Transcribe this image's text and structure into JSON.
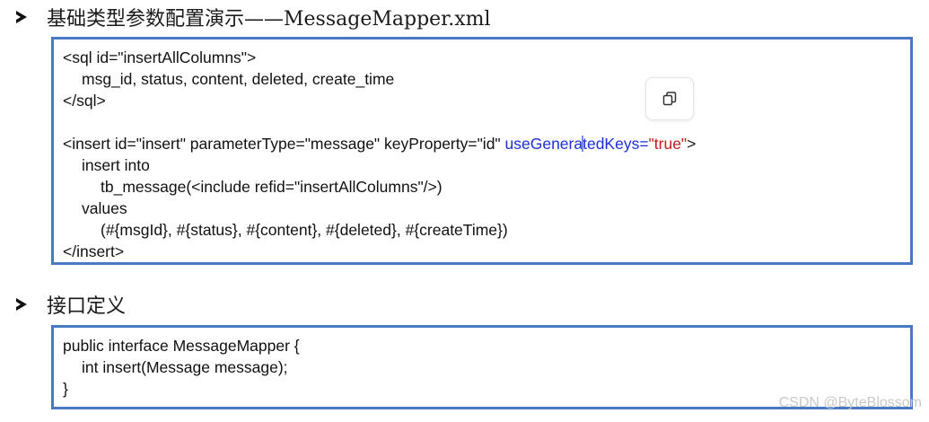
{
  "section1": {
    "title": "基础类型参数配置演示——MessageMapper.xml",
    "code": {
      "line1": "<sql id=\"insertAllColumns\">",
      "line2": "msg_id, status, content, deleted, create_time",
      "line3": "</sql>",
      "line4_prefix": "<insert id=\"insert\" parameterType=\"message\" keyProperty=\"id\" ",
      "line4_attr_before_cursor": "useGenera",
      "line4_attr_after_cursor": "tedKeys=",
      "line4_value": "\"true\"",
      "line4_suffix": ">",
      "line5": "insert into",
      "line6": "tb_message(<include refid=\"insertAllColumns\"/>)",
      "line7": "values",
      "line8": "(#{msgId}, #{status}, #{content}, #{deleted}, #{createTime})",
      "line9": "</insert>"
    }
  },
  "section2": {
    "title": "接口定义",
    "code": {
      "line1": "public interface MessageMapper {",
      "line2": "int insert(Message message);",
      "line3": "}"
    }
  },
  "copy_button": {
    "icon": "copy-icon"
  },
  "watermark": "CSDN @ByteBlossom",
  "colors": {
    "border": "#4a78c2",
    "attribute_name": "#1a2fd6",
    "attribute_value": "#c41a1a"
  }
}
